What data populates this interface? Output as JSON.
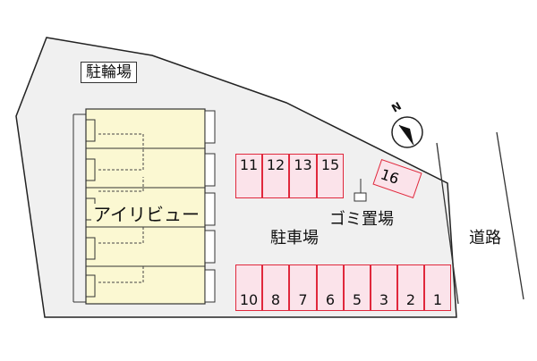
{
  "labels": {
    "bicycle_parking": "駐輪場",
    "building_name": "アイリビュー",
    "parking": "駐車場",
    "garbage": "ゴミ置場",
    "road": "道路",
    "north": "N"
  },
  "parking_top_row": [
    "11",
    "12",
    "13",
    "15"
  ],
  "parking_bottom_row": [
    "10",
    "8",
    "7",
    "6",
    "5",
    "3",
    "2",
    "1"
  ],
  "parking_angled": "16",
  "colors": {
    "site_fill": "#f0f0f0",
    "building_fill": "#fbf8d2",
    "space_fill": "#fbe3ea",
    "space_border": "#e0283c"
  }
}
